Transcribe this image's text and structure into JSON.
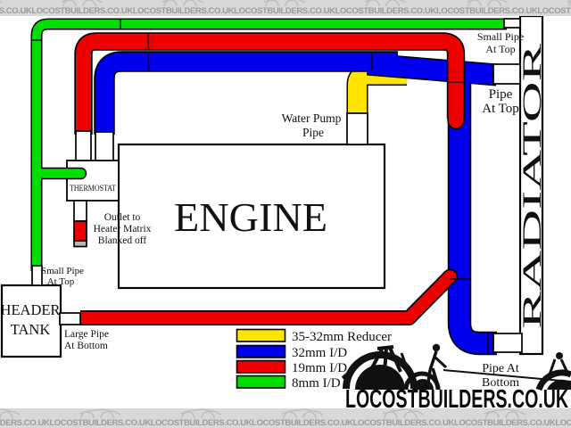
{
  "watermark": {
    "text": "LOCOSTBUILDERS.CO.UK"
  },
  "diagram": {
    "engine": "ENGINE",
    "radiator": "RADIATOR",
    "thermostat": "THERMOSTAT",
    "header_tank": [
      "HEADER",
      "TANK"
    ],
    "labels": {
      "water_pump": [
        "Water Pump",
        "Pipe"
      ],
      "rad_small_pipe": [
        "Small Pipe",
        "At Top"
      ],
      "rad_top_pipe": [
        "Pipe",
        "At Top"
      ],
      "rad_bottom_pipe": [
        "Pipe At",
        "Bottom"
      ],
      "tank_small_pipe": [
        "Small Pipe",
        "At Top"
      ],
      "tank_large_pipe": [
        "Large Pipe",
        "At Bottom"
      ],
      "heater_outlet": [
        "Outlet to",
        "Heater Matrix",
        "Blanked off"
      ]
    }
  },
  "legend": {
    "items": [
      {
        "color": "#ffe400",
        "label": "35-32mm Reducer"
      },
      {
        "color": "#0000ee",
        "label": "32mm I/D"
      },
      {
        "color": "#ee0000",
        "label": "19mm I/D"
      },
      {
        "color": "#00dd00",
        "label": "8mm I/D"
      }
    ]
  },
  "logo": {
    "text": "LOCOSTBUILDERS.CO.UK"
  },
  "colors": {
    "red": "#ee0000",
    "blue": "#0000ee",
    "green": "#00dd00",
    "yellow": "#ffe400",
    "cap_gray": "#b5b5b5"
  }
}
